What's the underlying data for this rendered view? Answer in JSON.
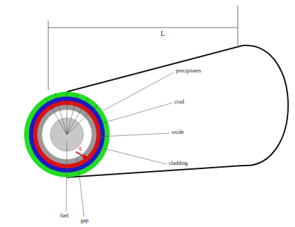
{
  "diagram": {
    "labels": [
      "L",
      "precipitates",
      "crud",
      "oxide",
      "cladding",
      "fuel",
      "gap",
      "q"
    ]
  }
}
